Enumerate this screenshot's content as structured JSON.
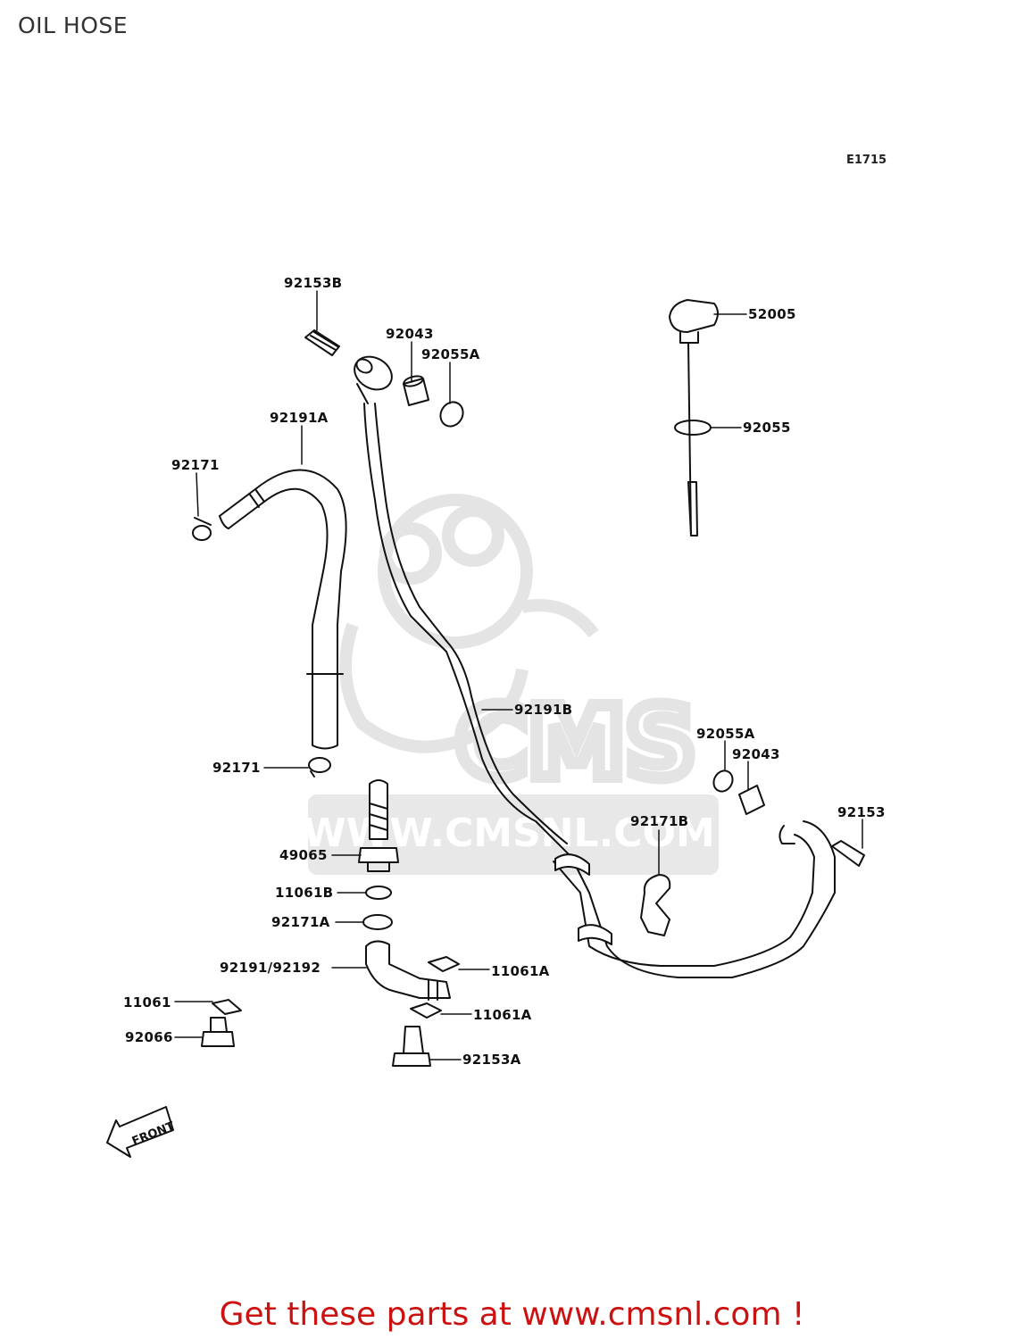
{
  "page": {
    "title": "OIL HOSE",
    "diagram_code": "E1715"
  },
  "parts": {
    "p92153B": "92153B",
    "p92043_top": "92043",
    "p92055A_top": "92055A",
    "p92191A": "92191A",
    "p92171_top": "92171",
    "p52005": "52005",
    "p92055": "92055",
    "p92191B": "92191B",
    "p92055A_right": "92055A",
    "p92043_right": "92043",
    "p92153": "92153",
    "p92171B": "92171B",
    "p92171_mid": "92171",
    "p49065": "49065",
    "p11061B": "11061B",
    "p92171A": "92171A",
    "p92191_92192": "92191/92192",
    "p11061A_upper": "11061A",
    "p11061A_lower": "11061A",
    "p11061": "11061",
    "p92066": "92066",
    "p92153A": "92153A"
  },
  "front_arrow": "FRONT",
  "watermark": {
    "logo_text": "CMS",
    "url": "WWW.CMSNL.COM"
  },
  "footer": {
    "text": "Get these parts at www.cmsnl.com !",
    "color": "#cc1111"
  }
}
